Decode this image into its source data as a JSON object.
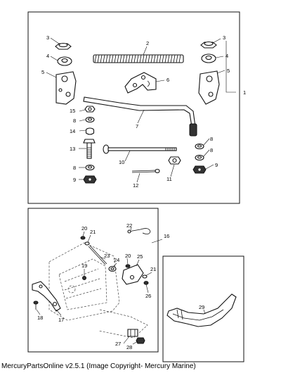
{
  "callouts": {
    "p1": "1",
    "p2": "2",
    "p3a": "3",
    "p3b": "3",
    "p4a": "4",
    "p4b": "4",
    "p5a": "5",
    "p5b": "5",
    "p6": "6",
    "p7": "7",
    "p8a": "8",
    "p8b": "8",
    "p8c": "8",
    "p8d": "8",
    "p9a": "9",
    "p9b": "9",
    "p10": "10",
    "p11": "11",
    "p12": "12",
    "p13": "13",
    "p14": "14",
    "p15": "15",
    "p16": "16",
    "p17": "17",
    "p18": "18",
    "p19": "19",
    "p20a": "20",
    "p20b": "20",
    "p21a": "21",
    "p21b": "21",
    "p22": "22",
    "p23": "23",
    "p24": "24",
    "p25": "25",
    "p26": "26",
    "p27": "27",
    "p28": "28",
    "p29": "29"
  },
  "footer": "MercuryPartsOnline v2.5.1 (Image Copyright- Mercury Marine)"
}
